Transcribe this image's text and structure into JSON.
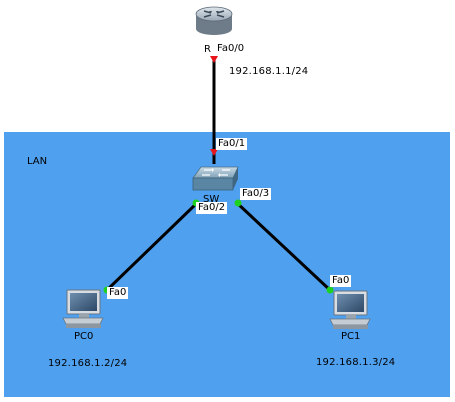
{
  "area": {
    "label": "LAN",
    "color": "#4fa0ef"
  },
  "devices": {
    "router": {
      "name": "R",
      "icon": "router-icon"
    },
    "switch": {
      "name": "SW",
      "icon": "switch-icon"
    },
    "pc0": {
      "name": "PC0",
      "icon": "pc-icon",
      "ip": "192.168.1.2/24"
    },
    "pc1": {
      "name": "PC1",
      "icon": "pc-icon",
      "ip": "192.168.1.3/24"
    }
  },
  "router_ip": "192.168.1.1/24",
  "interfaces": {
    "router_fa00": "Fa0/0",
    "switch_fa01": "Fa0/1",
    "switch_fa02": "Fa0/2",
    "switch_fa03": "Fa0/3",
    "pc0_fa0": "Fa0",
    "pc1_fa0": "Fa0"
  },
  "link_status_colors": {
    "router_link": "#e8141b",
    "pc_links": "#1fd11f"
  }
}
